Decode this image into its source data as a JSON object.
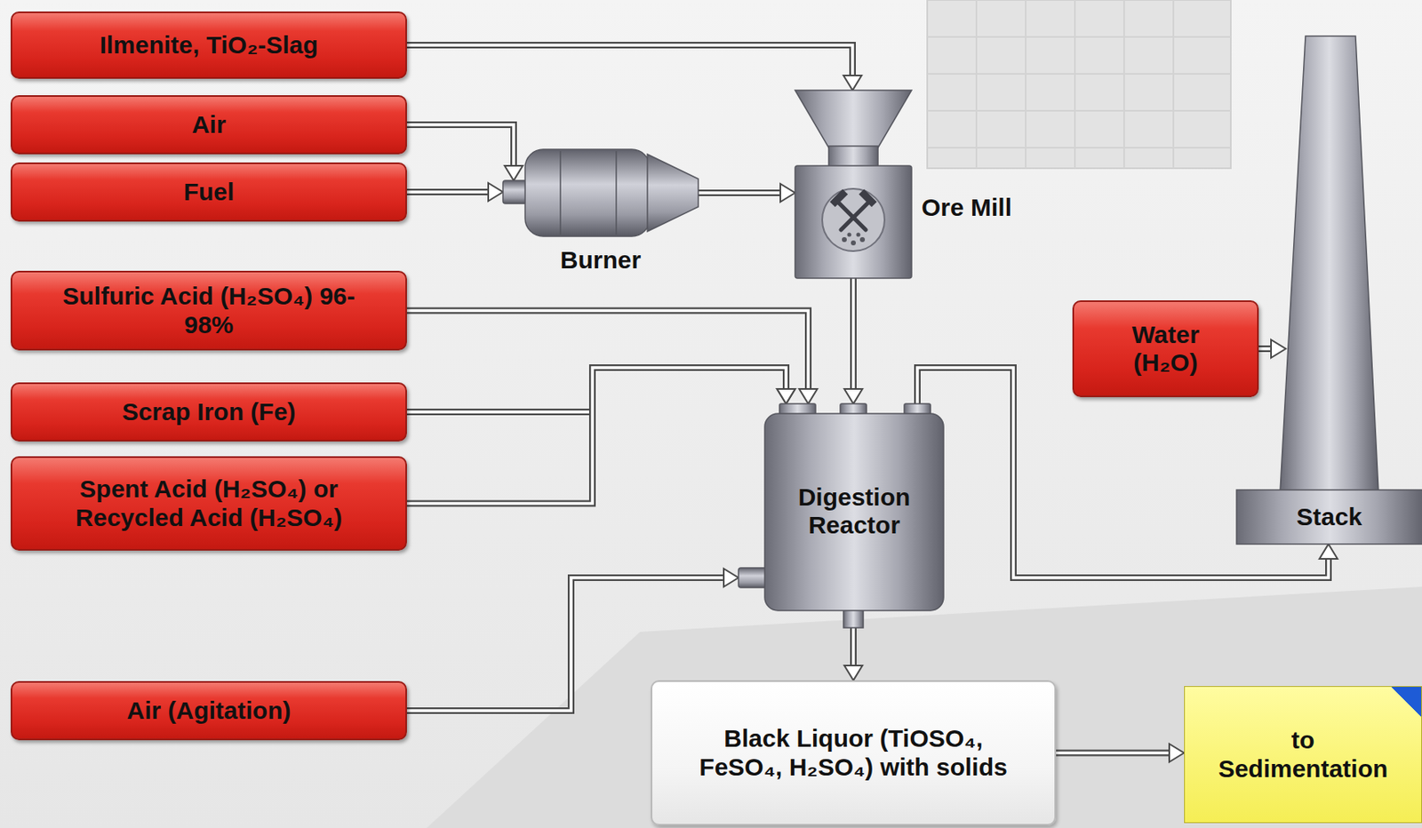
{
  "diagram": {
    "nodes": [
      {
        "text": [
          "Ilmenite, TiO₂-Slag"
        ]
      },
      {
        "text": [
          "Air"
        ]
      },
      {
        "text": [
          "Fuel"
        ]
      },
      {
        "text": [
          "Sulfuric Acid (H₂SO₄) 96-98%"
        ]
      },
      {
        "text": [
          "Scrap Iron (Fe)"
        ]
      },
      {
        "text": [
          "Spent Acid (H₂SO₄) or Recycled Acid (H₂SO₄)"
        ]
      },
      {
        "text": [
          "Air (Agitation)"
        ]
      },
      {
        "text": [
          "Burner"
        ]
      },
      {
        "text": [
          "Ore Mill"
        ]
      },
      {
        "text": [
          "Digestion Reactor"
        ]
      },
      {
        "text": [
          "Water (H₂O)"
        ]
      },
      {
        "text": [
          "Stack"
        ]
      },
      {
        "text": [
          "Black Liquor (TiOSO₄, FeSO₄, H₂SO₄) with solids"
        ]
      },
      {
        "text": [
          "to Sedimentation"
        ]
      }
    ],
    "edges": [
      {
        "from": 0,
        "to": 8,
        "arrow": "to"
      },
      {
        "from": 1,
        "to": 7,
        "arrow": "to"
      },
      {
        "from": 2,
        "to": 7,
        "arrow": "to"
      },
      {
        "from": 7,
        "to": 8,
        "arrow": "to"
      },
      {
        "from": 3,
        "to": 9,
        "arrow": "to"
      },
      {
        "from": 4,
        "to": 9,
        "arrow": "to"
      },
      {
        "from": 5,
        "to": 9,
        "arrow": "to"
      },
      {
        "from": 8,
        "to": 9,
        "arrow": "to"
      },
      {
        "from": 9,
        "to": 11,
        "arrow": "to"
      },
      {
        "from": 10,
        "to": 11,
        "arrow": "to"
      },
      {
        "from": 6,
        "to": 9,
        "arrow": "to"
      },
      {
        "from": 9,
        "to": 12,
        "arrow": "to"
      },
      {
        "from": 12,
        "to": 13,
        "arrow": "to"
      }
    ]
  }
}
